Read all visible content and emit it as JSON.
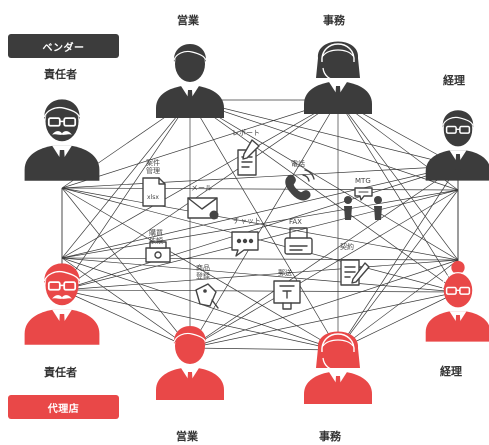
{
  "badges": {
    "vendor": "ベンダー",
    "agent": "代理店"
  },
  "vendor_roles": {
    "manager": "責任者",
    "sales": "営業",
    "office": "事務",
    "accounting": "経理"
  },
  "agent_roles": {
    "manager": "責任者",
    "sales": "営業",
    "office": "事務",
    "accounting": "経理"
  },
  "tools": {
    "case_management": "案件\n管理",
    "excel": "xlsx",
    "report": "レポート",
    "mail": "メール",
    "phone": "電話",
    "mtg": "MTG",
    "chat": "チャット",
    "fax": "FAX",
    "purchase_request": "購買\n依頼",
    "product_registration": "商品\n登録",
    "shipping": "郵送",
    "contract": "契約"
  },
  "colors": {
    "vendor": "#3c3c3c",
    "agent": "#e94848",
    "line": "#3a3a3a",
    "white": "#ffffff"
  }
}
